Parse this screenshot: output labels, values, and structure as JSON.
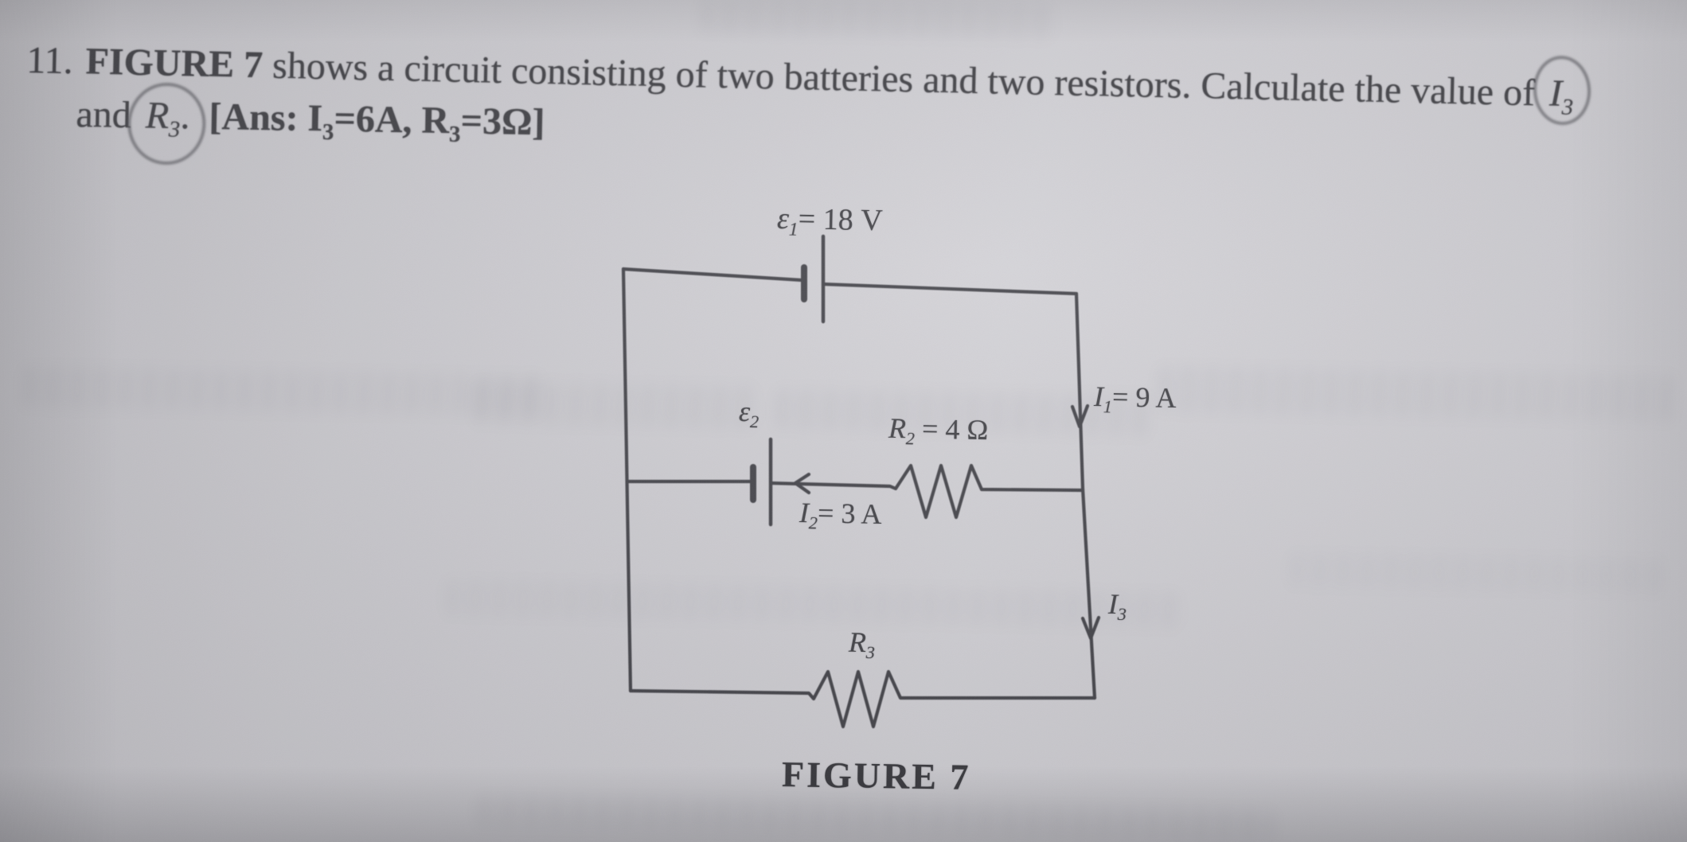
{
  "colors": {
    "paper": "#c9c8cd",
    "ink": "#3c3c41"
  },
  "problem": {
    "number": "11.",
    "figure_bold": "FIGURE 7",
    "line1_text": " shows a circuit consisting of two batteries and two resistors. Calculate the value of ",
    "i3_sym": "I",
    "i3_sub": "3",
    "line2_and": "and ",
    "r3_sym": "R",
    "r3_sub": "3",
    "r3_dot": ".",
    "ans_p1": "[Ans: I",
    "ans_s1": "3",
    "ans_p2": "=6A, R",
    "ans_s2": "3",
    "ans_p3": "=3Ω]"
  },
  "circuit": {
    "emf1": {
      "sym": "ε",
      "sub": "1",
      "val": "= 18 V"
    },
    "emf2": {
      "sym": "ε",
      "sub": "2"
    },
    "r2": {
      "sym": "R",
      "sub": "2",
      "val": " = 4 Ω"
    },
    "i1": {
      "sym": "I",
      "sub": "1",
      "val": "= 9 A"
    },
    "i2": {
      "sym": "I",
      "sub": "2",
      "val": "= 3 A"
    },
    "i3": {
      "sym": "I",
      "sub": "3"
    },
    "r3": {
      "sym": "R",
      "sub": "3"
    },
    "caption": "FIGURE 7"
  }
}
